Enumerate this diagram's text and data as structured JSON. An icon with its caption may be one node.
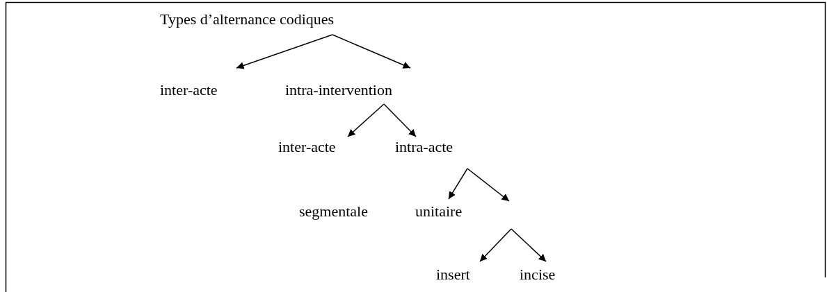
{
  "diagram": {
    "nodes": [
      {
        "text": [
          "Types d’alternance codiques"
        ]
      },
      {
        "text": [
          "inter-acte"
        ]
      },
      {
        "text": [
          "intra-intervention"
        ]
      },
      {
        "text": [
          "inter-acte"
        ]
      },
      {
        "text": [
          "intra-acte"
        ]
      },
      {
        "text": [
          "unitaire"
        ]
      },
      {
        "text": [
          "insert"
        ]
      },
      {
        "text": [
          "incise"
        ]
      }
    ],
    "edges": [
      {
        "from": 0,
        "to": 1,
        "arrow": "to"
      },
      {
        "from": 0,
        "to": 2,
        "arrow": "to"
      },
      {
        "from": 2,
        "to": 3,
        "arrow": "to"
      },
      {
        "from": 2,
        "to": 4,
        "arrow": "to"
      },
      {
        "from": 4,
        "to": 5,
        "arrow": "to"
      },
      {
        "from": 4,
        "to": null,
        "arrow": "to"
      },
      {
        "from": null,
        "to": 6,
        "arrow": "to"
      },
      {
        "from": null,
        "to": 7,
        "arrow": "to"
      }
    ],
    "labels": [
      "segmentale"
    ]
  }
}
